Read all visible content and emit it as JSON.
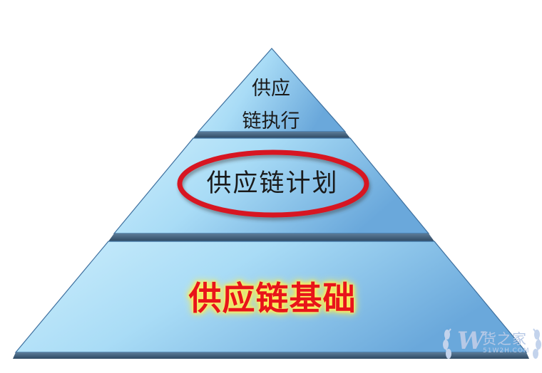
{
  "diagram": {
    "tiers": [
      {
        "line1": "供应",
        "line2": "链执行"
      },
      {
        "label": "供应链计划",
        "highlighted": true,
        "highlight_color": "#d71920"
      },
      {
        "label": "供应链基础",
        "text_color": "#e8141a",
        "glow_color": "#fff36a"
      }
    ],
    "colors": {
      "fill_light": "#c6ebfb",
      "fill_dark": "#6aa8db",
      "separator": "#41607a",
      "outline": "#3d6f9e"
    }
  },
  "watermark": {
    "logo": "W",
    "name": "货之家",
    "url": "51W2H.COM"
  }
}
